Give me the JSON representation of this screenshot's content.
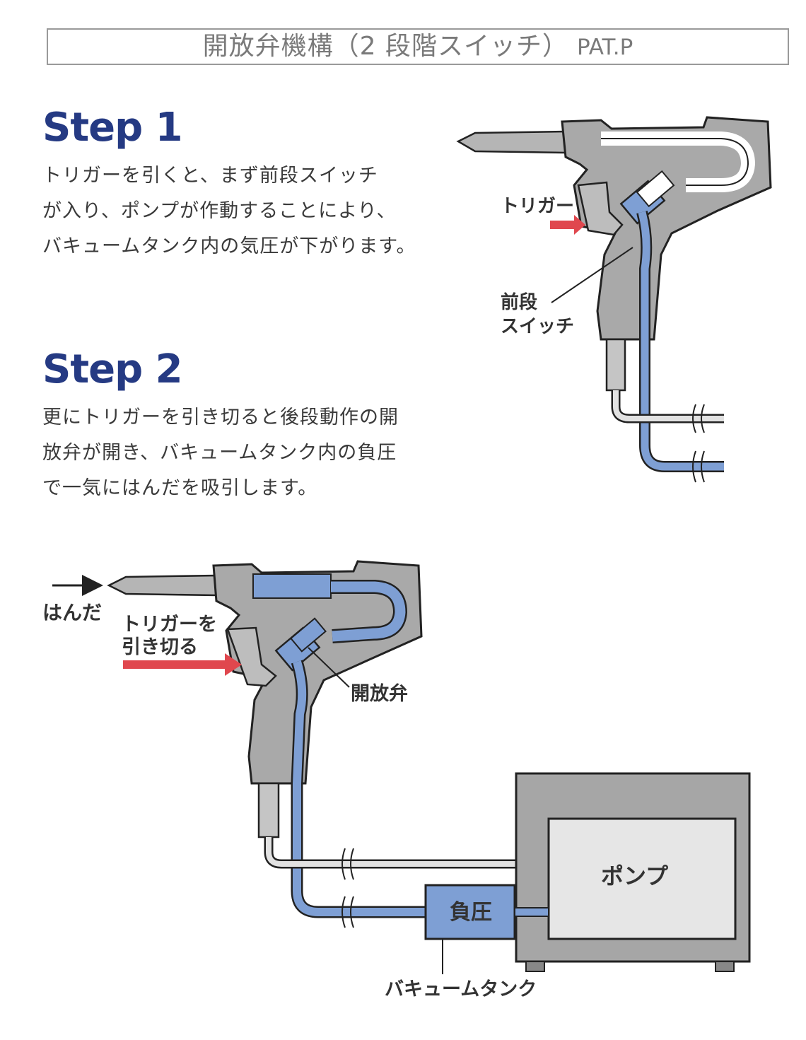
{
  "title": {
    "main": "開放弁機構（2 段階スイッチ）",
    "suffix": "PAT.P"
  },
  "step1": {
    "heading": "Step 1",
    "lines": [
      "トリガーを引くと、まず前段スイッチ",
      "が入り、ポンプが作動することにより、",
      "バキュームタンク内の気圧が下がります。"
    ]
  },
  "step2": {
    "heading": "Step 2",
    "lines": [
      "更にトリガーを引き切ると後段動作の開",
      "放弁が開き、バキュームタンク内の負圧",
      "で一気にはんだを吸引します。"
    ]
  },
  "labels": {
    "trigger": "トリガー",
    "front_switch_1": "前段",
    "front_switch_2": "スイッチ",
    "solder": "はんだ",
    "pull_trigger_1": "トリガーを",
    "pull_trigger_2": "引き切る",
    "release_valve": "開放弁",
    "pump": "ポンプ",
    "negative_pressure": "負圧",
    "vacuum_tank": "バキュームタンク"
  },
  "colors": {
    "heading": "#253a83",
    "vacuum_blue": "#7e9fd4",
    "gun_gray": "#a9a9a9",
    "arrow_red": "#e0474e",
    "housing_gray": "#a6a6a6",
    "pump_fill": "#e6e6e6"
  }
}
